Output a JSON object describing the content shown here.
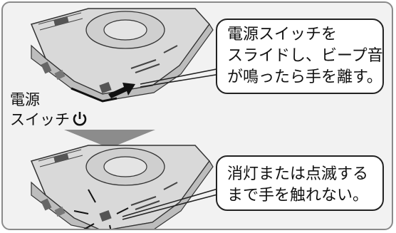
{
  "callout_top": {
    "lines": [
      "電源スイッチを",
      "スライドし、ビープ音",
      "が鳴ったら手を離す。"
    ]
  },
  "callout_bottom": {
    "lines": [
      "消灯または点滅する",
      "まで手を触れない。"
    ]
  },
  "switch_label": {
    "line1": "電源",
    "line2": "スイッチ"
  },
  "icons": {
    "power": "power-icon",
    "slide_arrow": "arrow-right-icon",
    "step_arrow": "down-triangle-icon"
  },
  "colors": {
    "panel_bg": "#f2f2f2",
    "panel_border": "#8a8a8a",
    "step_arrow": "#8c8c8c",
    "bubble_border": "#222222"
  }
}
